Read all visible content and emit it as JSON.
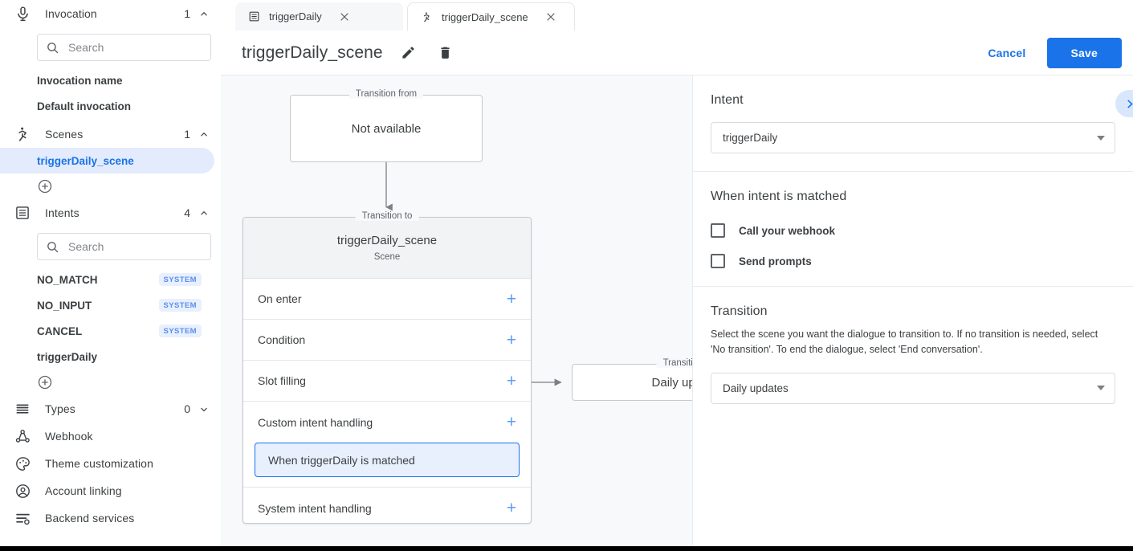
{
  "sidebar": {
    "sections": [
      {
        "icon": "microphone-icon",
        "label": "Invocation",
        "count": "1",
        "chevron": "chevron-up-icon"
      },
      {
        "icon": "scenes-icon",
        "label": "Scenes",
        "count": "1",
        "chevron": "chevron-up-icon"
      },
      {
        "icon": "intents-icon",
        "label": "Intents",
        "count": "4",
        "chevron": "chevron-up-icon"
      },
      {
        "icon": "types-icon",
        "label": "Types",
        "count": "0",
        "chevron": "chevron-down-icon"
      }
    ],
    "invocation_search_placeholder": "Search",
    "invocation_search_value": "",
    "invocation_items": [
      {
        "label": "Invocation name"
      },
      {
        "label": "Default invocation"
      }
    ],
    "scenes_items": [
      {
        "label": "triggerDaily_scene",
        "selected": true
      }
    ],
    "intents_search_placeholder": "Search",
    "intents_search_value": "",
    "intents_items": [
      {
        "label": "NO_MATCH",
        "badge": "SYSTEM"
      },
      {
        "label": "NO_INPUT",
        "badge": "SYSTEM"
      },
      {
        "label": "CANCEL",
        "badge": "SYSTEM"
      },
      {
        "label": "triggerDaily",
        "badge": ""
      }
    ],
    "bottom_items": [
      {
        "icon": "webhook-icon",
        "label": "Webhook"
      },
      {
        "icon": "palette-icon",
        "label": "Theme customization"
      },
      {
        "icon": "account-icon",
        "label": "Account linking"
      },
      {
        "icon": "backend-services-icon",
        "label": "Backend services"
      }
    ],
    "add_label": "+"
  },
  "tabs": [
    {
      "icon": "intent-icon",
      "label": "triggerDaily",
      "active": false
    },
    {
      "icon": "scene-icon",
      "label": "triggerDaily_scene",
      "active": true
    }
  ],
  "header": {
    "title": "triggerDaily_scene",
    "edit_icon": "pencil-icon",
    "delete_icon": "trash-icon",
    "cancel_label": "Cancel",
    "save_label": "Save"
  },
  "canvas": {
    "transition_from_legend": "Transition from",
    "transition_from_value": "Not available",
    "transition_to_legend": "Transition to",
    "scene_title": "triggerDaily_scene",
    "scene_subtitle": "Scene",
    "rows": [
      {
        "label": "On enter",
        "plus": "+"
      },
      {
        "label": "Condition",
        "plus": "+"
      },
      {
        "label": "Slot filling",
        "plus": "+"
      },
      {
        "label": "Custom intent handling",
        "plus": "+"
      },
      {
        "label": "System intent handling",
        "plus": "+"
      }
    ],
    "handler_label": "When triggerDaily is matched",
    "right_node_legend": "Transition to",
    "right_node_value": "Daily updates"
  },
  "panel": {
    "intent_title": "Intent",
    "intent_value": "triggerDaily",
    "matched_title": "When intent is matched",
    "checkboxes": [
      {
        "label": "Call your webhook",
        "checked": false
      },
      {
        "label": "Send prompts",
        "checked": false
      }
    ],
    "transition_title": "Transition",
    "transition_desc": "Select the scene you want the dialogue to transition to. If no transition is needed, select 'No transition'. To end the dialogue, select 'End conversation'.",
    "transition_value": "Daily updates",
    "collapse_icon": "chevron-right-icon"
  },
  "colors": {
    "accent": "#1a73e8",
    "selected_bg": "#e3ebfd",
    "badge_bg": "#e8f0fe",
    "badge_text": "#5b8def",
    "canvas_bg": "#f7f9fb"
  }
}
